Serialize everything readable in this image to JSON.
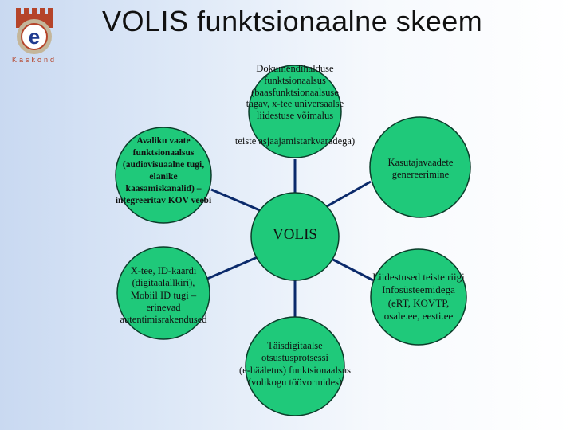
{
  "title": "VOLIS funktsionaalne skeem",
  "logo": {
    "letter": "e",
    "ring_text": "Kaskond"
  },
  "colors": {
    "node_fill": "#1fc97a",
    "node_stroke": "#0b3d2a",
    "connector": "#0b2a6b"
  },
  "center": {
    "label": "VOLIS"
  },
  "nodes": [
    {
      "id": "dokumendihaldus",
      "lines": [
        "Dokumendihalduse",
        "funktsionaalsus",
        "(baasfunktsionaalsuse",
        "tagav, x-tee universaalse",
        "liidestuse võimalus",
        "teiste asjaajamistarkvaradega)"
      ]
    },
    {
      "id": "avalikuvaate",
      "bold": true,
      "lines": [
        "Avaliku vaate",
        "funktsionaalsus",
        "(audiovisuaalne tugi,",
        "elanike",
        "kaasamiskanalid) –",
        "integreeritav KOV veebi"
      ]
    },
    {
      "id": "kasutajavaated",
      "lines": [
        "Kasutajavaadete",
        "genereerimine"
      ]
    },
    {
      "id": "autentimine",
      "lines": [
        "X-tee, ID-kaardi",
        "(digitaalallkiri),",
        "Mobiil ID tugi –",
        "erinevad",
        "autentimisrakendused"
      ]
    },
    {
      "id": "liidestused",
      "lines": [
        "Liidestused teiste riigi",
        "Infosüsteemidega",
        "(eRT, KOVTP,",
        "osale.ee, eesti.ee"
      ]
    },
    {
      "id": "taisdigitaalne",
      "lines": [
        "Täisdigitaalse",
        "otsustusprotsessi",
        "(e-hääletus) funktsionaalsus",
        "(volikogu töövormides)"
      ]
    }
  ]
}
